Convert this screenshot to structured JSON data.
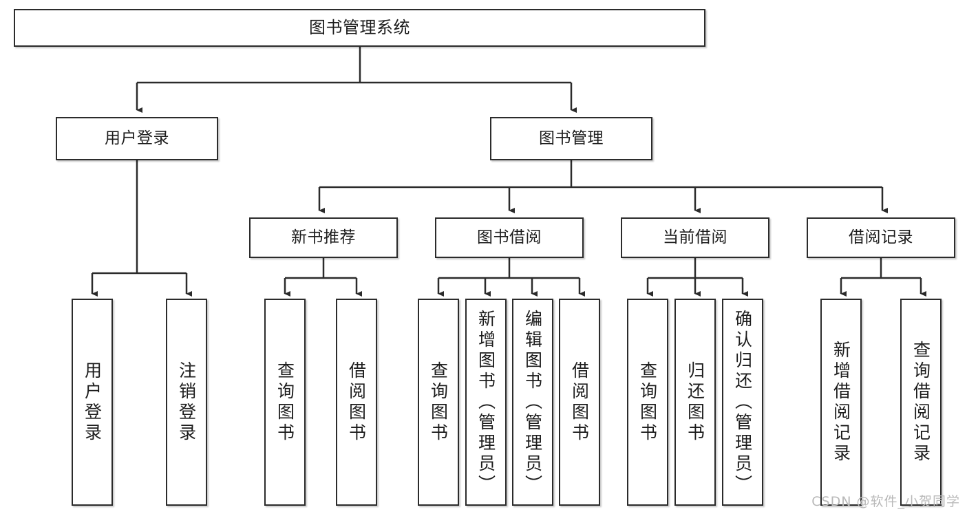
{
  "diagram": {
    "title": "图书管理系统",
    "type": "tree",
    "watermark": "CSDN @软件_小贺同学",
    "colors": {
      "box_border": "#2b2b2b",
      "box_fill": "#ffffff",
      "edge": "#2b2b2b",
      "text": "#1c1c1c",
      "watermark": "#b9b9b9",
      "background": "#ffffff"
    },
    "nodes": {
      "root": {
        "label": "图书管理系统",
        "level": 1,
        "orientation": "horizontal"
      },
      "user_login": {
        "label": "用户登录",
        "level": 2,
        "orientation": "horizontal"
      },
      "book_manage": {
        "label": "图书管理",
        "level": 2,
        "orientation": "horizontal"
      },
      "new_book_rec": {
        "label": "新书推荐",
        "level": 3,
        "orientation": "horizontal"
      },
      "book_borrow": {
        "label": "图书借阅",
        "level": 3,
        "orientation": "horizontal"
      },
      "current_borrow": {
        "label": "当前借阅",
        "level": 3,
        "orientation": "horizontal"
      },
      "borrow_record": {
        "label": "借阅记录",
        "level": 3,
        "orientation": "horizontal"
      },
      "leaf_user_login": {
        "label": "用户登录",
        "level": 4,
        "orientation": "vertical"
      },
      "leaf_logout": {
        "label": "注销登录",
        "level": 4,
        "orientation": "vertical"
      },
      "leaf_query_book_1": {
        "label": "查询图书",
        "level": 4,
        "orientation": "vertical"
      },
      "leaf_borrow_book_1": {
        "label": "借阅图书",
        "level": 4,
        "orientation": "vertical"
      },
      "leaf_query_book_2": {
        "label": "查询图书",
        "level": 4,
        "orientation": "vertical"
      },
      "leaf_add_book": {
        "label": "新增图书（管理员）",
        "level": 4,
        "orientation": "vertical"
      },
      "leaf_edit_book": {
        "label": "编辑图书（管理员）",
        "level": 4,
        "orientation": "vertical"
      },
      "leaf_borrow_book_2": {
        "label": "借阅图书",
        "level": 4,
        "orientation": "vertical"
      },
      "leaf_query_book_3": {
        "label": "查询图书",
        "level": 4,
        "orientation": "vertical"
      },
      "leaf_return_book": {
        "label": "归还图书",
        "level": 4,
        "orientation": "vertical"
      },
      "leaf_confirm_return": {
        "label": "确认归还（管理员）",
        "level": 4,
        "orientation": "vertical"
      },
      "leaf_add_record": {
        "label": "新增借阅记录",
        "level": 4,
        "orientation": "vertical"
      },
      "leaf_query_record": {
        "label": "查询借阅记录",
        "level": 4,
        "orientation": "vertical"
      }
    },
    "edges": [
      {
        "from": "root",
        "to": "user_login"
      },
      {
        "from": "root",
        "to": "book_manage"
      },
      {
        "from": "user_login",
        "to": "leaf_user_login"
      },
      {
        "from": "user_login",
        "to": "leaf_logout"
      },
      {
        "from": "book_manage",
        "to": "new_book_rec"
      },
      {
        "from": "book_manage",
        "to": "book_borrow"
      },
      {
        "from": "book_manage",
        "to": "current_borrow"
      },
      {
        "from": "book_manage",
        "to": "borrow_record"
      },
      {
        "from": "new_book_rec",
        "to": "leaf_query_book_1"
      },
      {
        "from": "new_book_rec",
        "to": "leaf_borrow_book_1"
      },
      {
        "from": "book_borrow",
        "to": "leaf_query_book_2"
      },
      {
        "from": "book_borrow",
        "to": "leaf_add_book"
      },
      {
        "from": "book_borrow",
        "to": "leaf_edit_book"
      },
      {
        "from": "book_borrow",
        "to": "leaf_borrow_book_2"
      },
      {
        "from": "current_borrow",
        "to": "leaf_query_book_3"
      },
      {
        "from": "current_borrow",
        "to": "leaf_return_book"
      },
      {
        "from": "current_borrow",
        "to": "leaf_confirm_return"
      },
      {
        "from": "borrow_record",
        "to": "leaf_add_record"
      },
      {
        "from": "borrow_record",
        "to": "leaf_query_record"
      }
    ]
  }
}
